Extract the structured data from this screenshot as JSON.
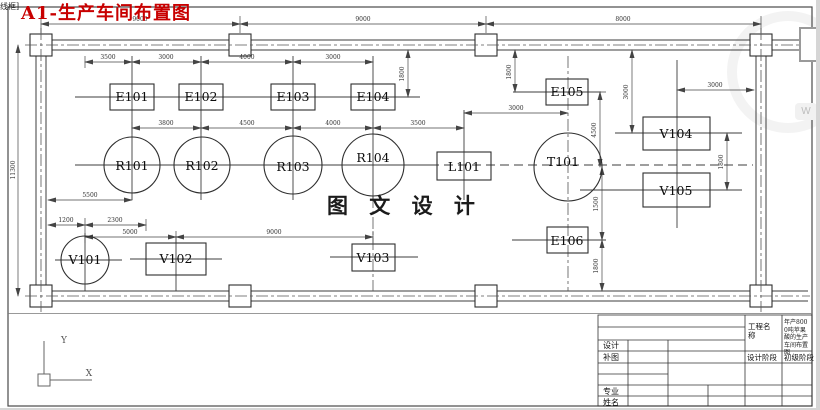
{
  "header": {
    "corner_tag": "线框]",
    "title": "A1-生产车间布置图",
    "title_color": "#c80000"
  },
  "watermark": {
    "text": "图 文 设 计",
    "badge": "W"
  },
  "tags": {
    "e101": "E101",
    "e102": "E102",
    "e103": "E103",
    "e104": "E104",
    "e105": "E105",
    "e106": "E106",
    "r101": "R101",
    "r102": "R102",
    "r103": "R103",
    "r104": "R104",
    "l101": "L101",
    "t101": "T101",
    "v101": "V101",
    "v102": "V102",
    "v103": "V103",
    "v104": "V104",
    "v105": "V105"
  },
  "dims": {
    "top": [
      "9000",
      "9000",
      "8000"
    ],
    "row_e": [
      "3500",
      "3000",
      "4000",
      "3000"
    ],
    "row_r": [
      "3800",
      "4500",
      "4000",
      "3500"
    ],
    "left_height": "11300",
    "left_mid": "5500",
    "v101_offset": "1200",
    "v101_v102": "2300",
    "v101_v102_center": "5000",
    "v102_v103": "9000",
    "l101_t101": "3000",
    "e105_t101": "4500",
    "e105_offset": "1800",
    "e104_offset": "1800",
    "v104_offset": "3000",
    "v104_wall": "3000",
    "v104_v105": "1800",
    "t101_e106": "1500",
    "e106_wall": "1800"
  },
  "title_block": {
    "rows": {
      "design": "设计",
      "draft": "补图",
      "major": "专业",
      "name": "姓名"
    },
    "project_label": "工程名称",
    "project_name": "年产8000吨苹果酸的生产车间布置图",
    "stage_label": "设计阶段",
    "stage_value": "初级阶段"
  },
  "ucs": {
    "x_label": "X",
    "y_label": "Y"
  }
}
